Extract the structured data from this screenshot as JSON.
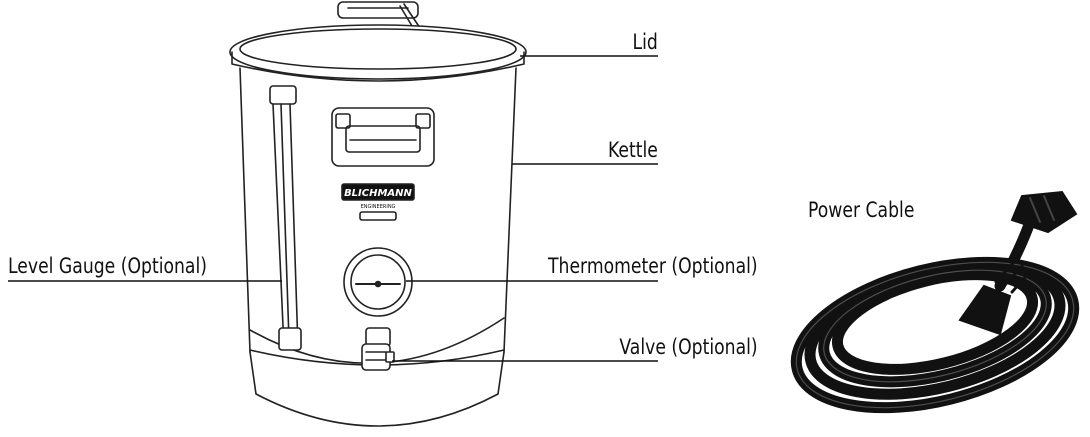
{
  "labels": {
    "lid": "Lid",
    "kettle": "Kettle",
    "level_gauge": "Level Gauge (Optional)",
    "thermometer_word": "Thermometer",
    "thermometer_suffix": " (Optional)",
    "valve_word": "Valve",
    "valve_suffix": " (Optional)",
    "power_cable": "Power Cable"
  },
  "brand": {
    "name": "BLICHMANN",
    "sub": "ENGINEERING"
  }
}
